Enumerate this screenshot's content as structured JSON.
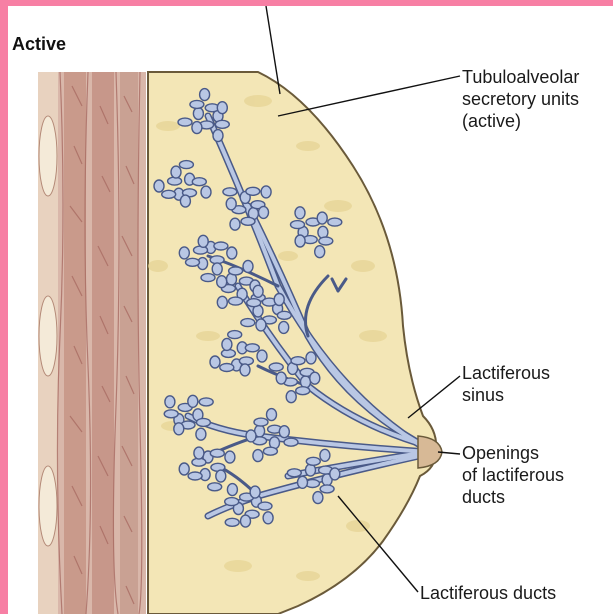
{
  "title": "Active",
  "labels": {
    "tubuloalveolar": "Tubuloalveolar\nsecretory units\n(active)",
    "lactiferous_sinus": "Lactiferous\nsinus",
    "openings": "Openings\nof lactiferous\nducts",
    "lactiferous_ducts": "Lactiferous ducts"
  },
  "colors": {
    "frame": "#f77fa4",
    "adipose": "#f3e6b6",
    "adipose_blotch": "#e6d393",
    "muscle": "#caa497",
    "muscle_fiber": "#a96c63",
    "gland": "#b9c7e4",
    "gland_outline": "#4a5a88"
  }
}
